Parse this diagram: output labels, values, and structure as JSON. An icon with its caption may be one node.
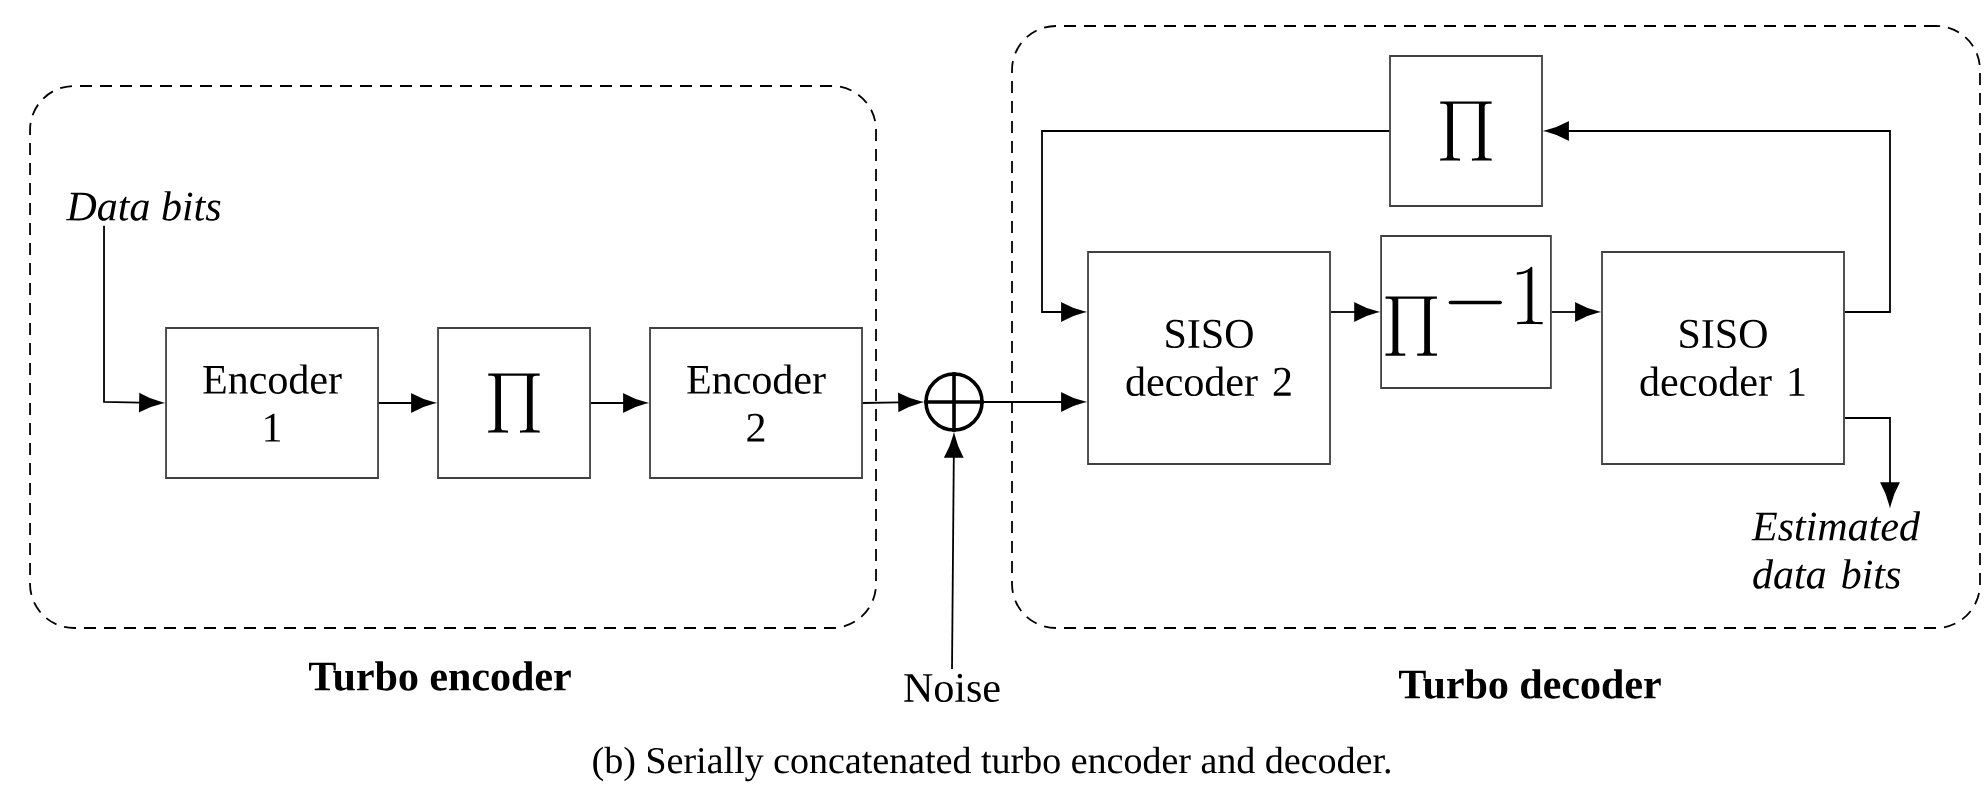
{
  "diagram": {
    "caption": "(b) Serially concatenated turbo encoder and decoder.",
    "nodes": [
      {
        "text": [
          "Turbo encoder"
        ]
      },
      {
        "text": [
          "Data bits"
        ],
        "in": 0
      },
      {
        "text": [
          "Encoder 1"
        ],
        "in": 0
      },
      {
        "text": [
          "\\Pi"
        ],
        "in": 0
      },
      {
        "text": [
          "Encoder 2"
        ],
        "in": 0
      },
      {
        "text": [],
        "shape": "circle"
      },
      {
        "text": [
          "Noise"
        ]
      },
      {
        "text": [
          "Turbo decoder"
        ]
      },
      {
        "text": [
          "\\Pi"
        ],
        "in": 7
      },
      {
        "text": [
          "SISO decoder 2"
        ],
        "in": 7
      },
      {
        "text": [
          "\\Pi^{-1}"
        ],
        "in": 7
      },
      {
        "text": [
          "SISO decoder 1"
        ],
        "in": 7
      },
      {
        "text": [
          "Estimated data bits"
        ],
        "in": 7
      }
    ],
    "edges": [
      {
        "from": 1,
        "to": 2,
        "arrow": "to"
      },
      {
        "from": 2,
        "to": 3,
        "arrow": "to"
      },
      {
        "from": 3,
        "to": 4,
        "arrow": "to"
      },
      {
        "from": 4,
        "to": 5,
        "arrow": "to"
      },
      {
        "from": 6,
        "to": 5,
        "arrow": "to"
      },
      {
        "from": 5,
        "to": 9,
        "arrow": "to"
      },
      {
        "from": 8,
        "to": 9,
        "arrow": "to"
      },
      {
        "from": 9,
        "to": 10,
        "arrow": "to"
      },
      {
        "from": 10,
        "to": 11,
        "arrow": "to"
      },
      {
        "from": 11,
        "to": 8,
        "arrow": "to"
      },
      {
        "from": 11,
        "to": 12,
        "arrow": "to"
      }
    ]
  }
}
